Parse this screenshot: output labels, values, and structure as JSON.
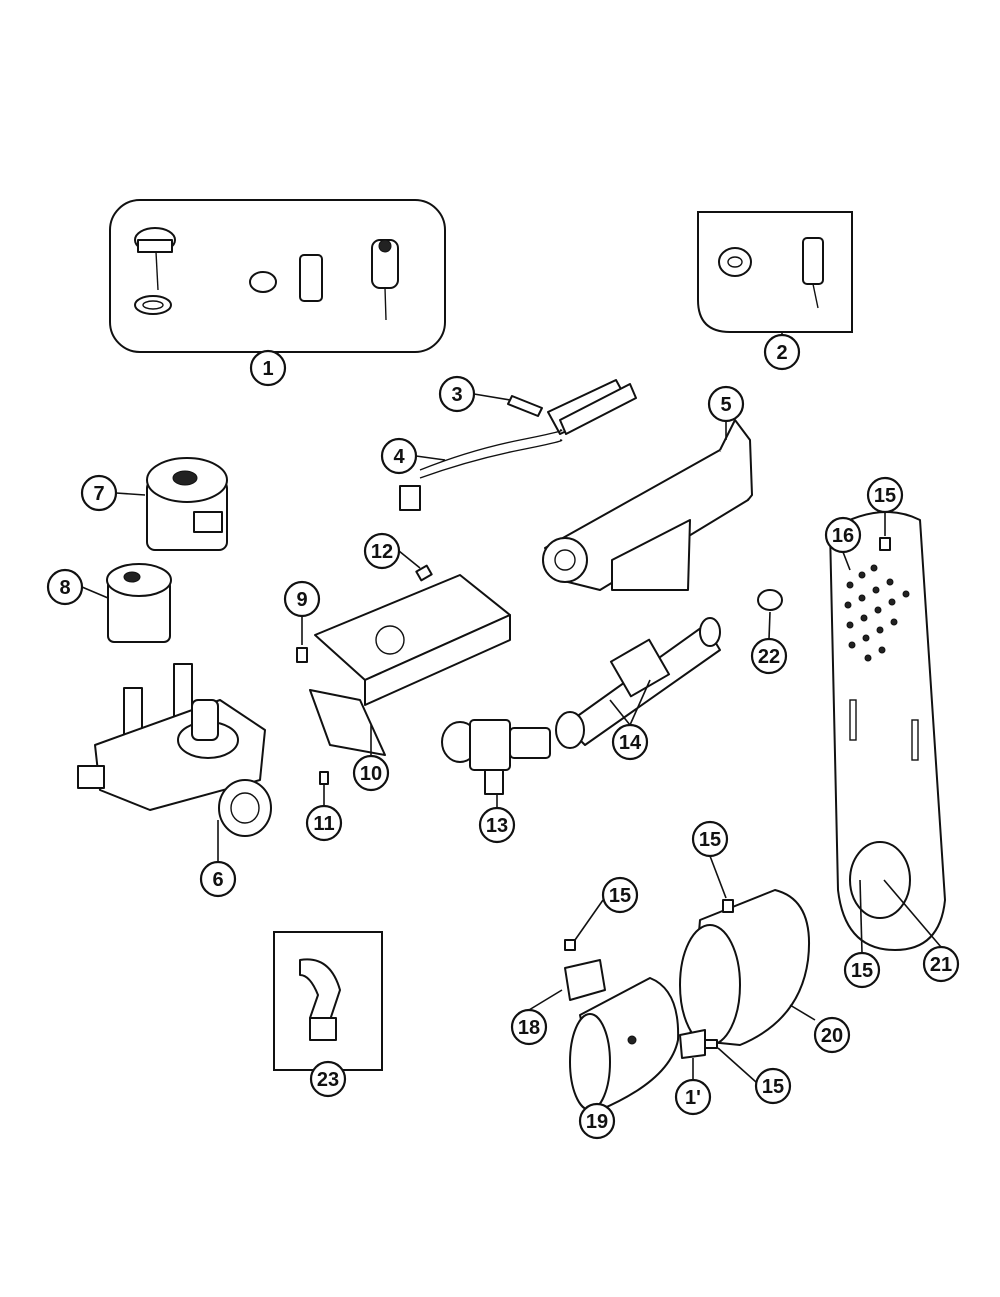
{
  "colors": {
    "ink": "#111111",
    "paper": "#ffffff"
  },
  "callouts": [
    {
      "id": "c1",
      "label": "1"
    },
    {
      "id": "c2",
      "label": "2"
    },
    {
      "id": "c3",
      "label": "3"
    },
    {
      "id": "c4",
      "label": "4"
    },
    {
      "id": "c5",
      "label": "5"
    },
    {
      "id": "c7",
      "label": "7"
    },
    {
      "id": "c8",
      "label": "8"
    },
    {
      "id": "c6",
      "label": "6"
    },
    {
      "id": "c9",
      "label": "9"
    },
    {
      "id": "c10",
      "label": "10"
    },
    {
      "id": "c11",
      "label": "11"
    },
    {
      "id": "c12",
      "label": "12"
    },
    {
      "id": "c13",
      "label": "13"
    },
    {
      "id": "c14",
      "label": "14"
    },
    {
      "id": "c15a",
      "label": "15"
    },
    {
      "id": "c16",
      "label": "16"
    },
    {
      "id": "c22",
      "label": "22"
    },
    {
      "id": "c15b",
      "label": "15"
    },
    {
      "id": "c15c",
      "label": "15"
    },
    {
      "id": "c21",
      "label": "21"
    },
    {
      "id": "c15d",
      "label": "15"
    },
    {
      "id": "c15e",
      "label": "15"
    },
    {
      "id": "c18",
      "label": "18"
    },
    {
      "id": "c20",
      "label": "20"
    },
    {
      "id": "c19",
      "label": "19"
    },
    {
      "id": "c17",
      "label": "1'"
    },
    {
      "id": "c23",
      "label": "23"
    }
  ]
}
